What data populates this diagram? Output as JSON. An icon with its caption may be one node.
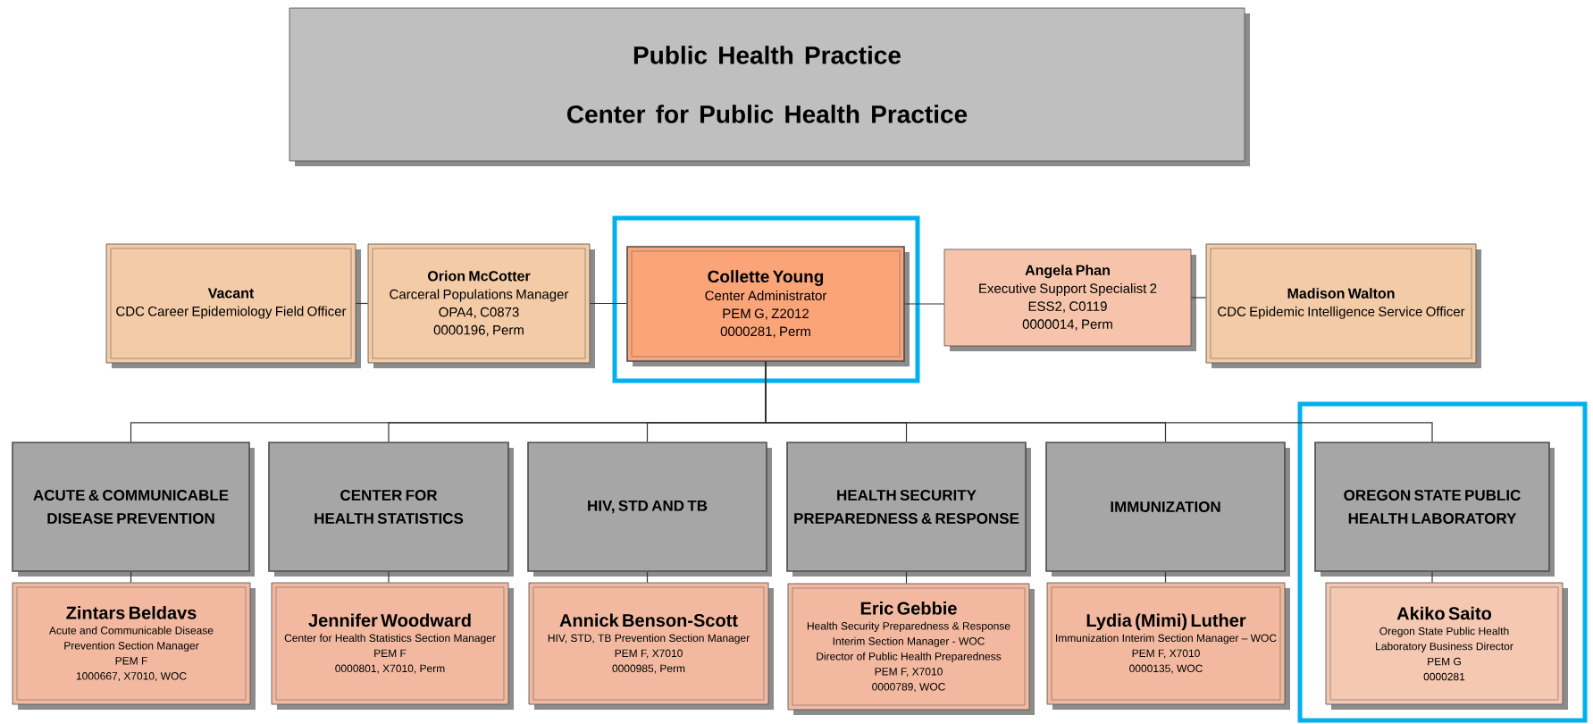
{
  "diagram": {
    "nodes": [
      {
        "text": [
          "Public Health Practice",
          "Center for Public Health Practice"
        ]
      },
      {
        "text": [
          "Vacant",
          "CDC Career Epidemiology Field Officer"
        ]
      },
      {
        "text": [
          "Orion McCotter",
          "Carceral Populations Manager",
          "OPA4, C0873",
          "0000196, Perm"
        ]
      },
      {
        "text": [
          "Collette Young",
          "Center Administrator",
          "PEM G, Z2012",
          "0000281, Perm"
        ]
      },
      {
        "text": [
          "Angela Phan",
          "Executive Support Specialist 2",
          "ESS2, C0119",
          "0000014, Perm"
        ]
      },
      {
        "text": [
          "Madison Walton",
          "CDC Epidemic Intelligence Service Officer"
        ]
      },
      {
        "text": [
          "ACUTE & COMMUNICABLE DISEASE PREVENTION"
        ]
      },
      {
        "text": [
          "CENTER FOR HEALTH STATISTICS"
        ]
      },
      {
        "text": [
          "HIV, STD AND TB"
        ]
      },
      {
        "text": [
          "HEALTH SECURITY PREPAREDNESS & RESPONSE"
        ]
      },
      {
        "text": [
          "IMMUNIZATION"
        ]
      },
      {
        "text": [
          "OREGON STATE PUBLIC HEALTH LABORATORY"
        ]
      },
      {
        "text": [
          "Zintars Beldavs",
          "Acute and Communicable Disease Prevention Section Manager",
          "PEM F",
          "1000667, X7010, WOC"
        ]
      },
      {
        "text": [
          "Jennifer Woodward",
          "Center for Health Statistics Section Manager",
          "PEM F",
          "0000801, X7010, Perm"
        ]
      },
      {
        "text": [
          "Annick Benson-Scott",
          "HIV, STD, TB Prevention Section Manager",
          "PEM F, X7010",
          "0000985, Perm"
        ]
      },
      {
        "text": [
          "Eric Gebbie",
          "Health Security Preparedness & Response Interim Section Manager - WOC",
          "Director of Public Health Preparedness",
          "PEM F, X7010",
          "0000789, WOC"
        ]
      },
      {
        "text": [
          "Lydia (Mimi) Luther",
          "Immunization Interim Section Manager – WOC",
          "PEM F, X7010",
          "0000135, WOC"
        ]
      },
      {
        "text": [
          "Akiko Saito",
          "Oregon State Public Health Laboratory Business Director",
          "PEM G",
          "0000281"
        ]
      }
    ],
    "edges": [
      {
        "from": 1,
        "to": 2,
        "arrow": "none"
      },
      {
        "from": 2,
        "to": 3,
        "arrow": "none"
      },
      {
        "from": 3,
        "to": 4,
        "arrow": "none"
      },
      {
        "from": 4,
        "to": 5,
        "arrow": "none"
      },
      {
        "from": 3,
        "to": 6,
        "arrow": "none"
      },
      {
        "from": 3,
        "to": 7,
        "arrow": "none"
      },
      {
        "from": 3,
        "to": 8,
        "arrow": "none"
      },
      {
        "from": 3,
        "to": 9,
        "arrow": "none"
      },
      {
        "from": 3,
        "to": 10,
        "arrow": "none"
      },
      {
        "from": 3,
        "to": 11,
        "arrow": "none"
      },
      {
        "from": 6,
        "to": 12,
        "arrow": "none"
      },
      {
        "from": 7,
        "to": 13,
        "arrow": "none"
      },
      {
        "from": 8,
        "to": 14,
        "arrow": "none"
      },
      {
        "from": 9,
        "to": 15,
        "arrow": "none"
      },
      {
        "from": 10,
        "to": 16,
        "arrow": "none"
      },
      {
        "from": 11,
        "to": 17,
        "arrow": "none"
      }
    ]
  }
}
